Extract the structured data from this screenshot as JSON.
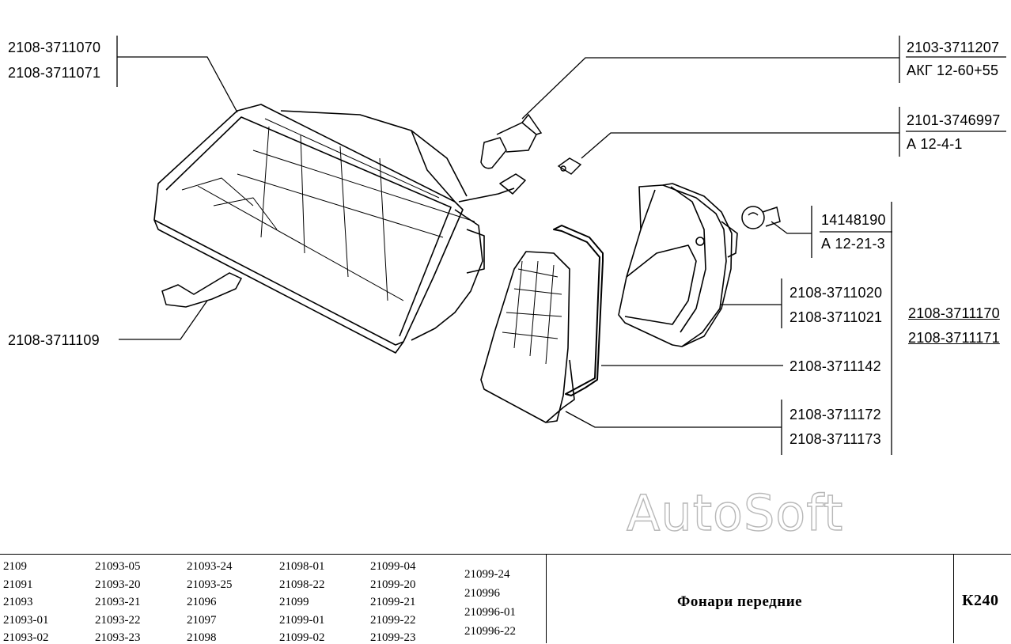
{
  "labels": {
    "headlamp_left": "2108-3711070",
    "headlamp_right": "2108-3711071",
    "bracket": "2108-3711109",
    "halogen_bulb": "2103-3711207",
    "halogen_bulb_type": "АКГ 12-60+55",
    "parking_bulb": "2101-3746997",
    "parking_bulb_type": "А 12-4-1",
    "turn_bulb": "14148190",
    "turn_bulb_type": "А 12-21-3",
    "turn_housing_left": "2108-3711020",
    "turn_housing_right": "2108-3711021",
    "turn_assembly_left": "2108-3711170",
    "turn_assembly_right": "2108-3711171",
    "gasket": "2108-3711142",
    "lens_left": "2108-3711172",
    "lens_right": "2108-3711173"
  },
  "watermark": "AutoSoft",
  "footer": {
    "models": [
      [
        "2109",
        "21091",
        "21093",
        "21093-01",
        "21093-02"
      ],
      [
        "21093-05",
        "21093-20",
        "21093-21",
        "21093-22",
        "21093-23"
      ],
      [
        "21093-24",
        "21093-25",
        "21096",
        "21097",
        "21098"
      ],
      [
        "21098-01",
        "21098-22",
        "21099",
        "21099-01",
        "21099-02"
      ],
      [
        "21099-04",
        "21099-20",
        "21099-21",
        "21099-22",
        "21099-23"
      ],
      [
        "21099-24",
        "210996",
        "210996-01",
        "210996-22"
      ]
    ],
    "title": "Фонари передние",
    "code": "К240"
  }
}
